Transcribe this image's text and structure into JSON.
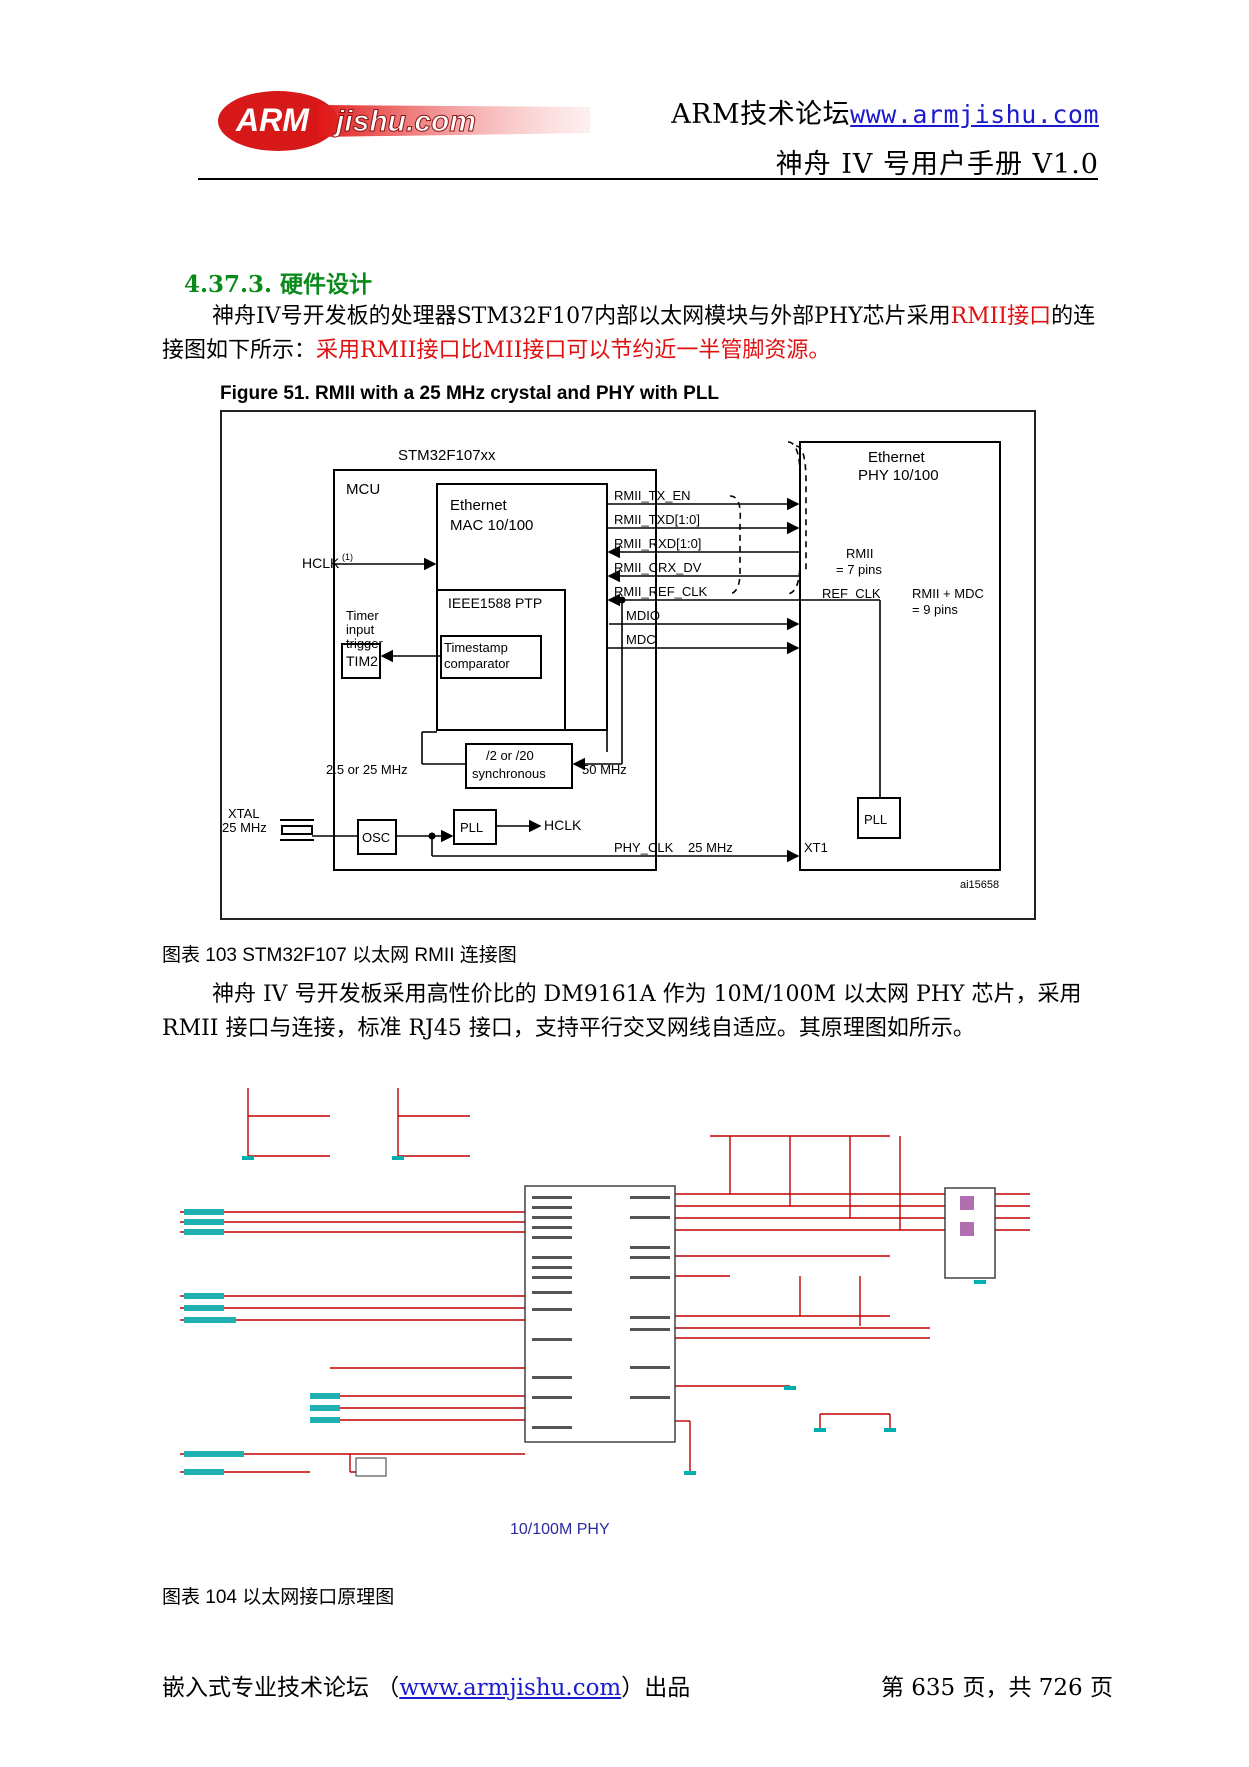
{
  "header": {
    "logo_text": "ARMjishu.com",
    "forum_label": "ARM技术论坛",
    "forum_url": "www.armjishu.com",
    "manual_title": "神舟 IV 号用户手册 V1.0"
  },
  "section": {
    "heading": "4.37.3. 硬件设计"
  },
  "intro": {
    "text_a": "神舟IV号开发板的处理器STM32F107内部以太网模块与外部PHY芯片采用",
    "text_red_a": "RMII接口",
    "text_b": "的连接图如下所示：",
    "text_red_b": "采用RMII接口比MII接口可以节约近一半管脚资源。"
  },
  "figure51": {
    "title": "Figure 51.   RMII with a 25 MHz crystal and PHY with PLL",
    "chip_label": "STM32F107xx",
    "mcu_label": "MCU",
    "mac_label_1": "Ethernet",
    "mac_label_2": "MAC 10/100",
    "hclk_in": "HCLK",
    "hclk_sup": "(1)",
    "ptp_label": "IEEE1588 PTP",
    "timer_1": "Timer",
    "timer_2": "input",
    "timer_3": "trigger",
    "tim2": "TIM2",
    "ts_1": "Timestamp",
    "ts_2": "comparator",
    "div_1": "/2 or /20",
    "div_2": "synchronous",
    "freq_left": "2.5 or 25 MHz",
    "freq_right": "50 MHz",
    "xtal_1": "XTAL",
    "xtal_2": "25 MHz",
    "osc": "OSC",
    "pll_mcu": "PLL",
    "hclk_out": "HCLK",
    "phy_clk": "PHY_CLK",
    "phy_clk_freq": "25 MHz",
    "xt1": "XT1",
    "pll_phy": "PLL",
    "phy_1": "Ethernet",
    "phy_2": "PHY 10/100",
    "signals": [
      "RMII_TX_EN",
      "RMII_TXD[1:0]",
      "RMII_RXD[1:0]",
      "RMII_CRX_DV",
      "RMII_REF_CLK",
      "MDIO",
      "MDC"
    ],
    "rmii_1": "RMII",
    "rmii_2": "= 7 pins",
    "ref_clk": "REF_CLK",
    "mdc_1": "RMII + MDC",
    "mdc_2": "= 9 pins",
    "id": "ai15658"
  },
  "caption103": "图表 103 STM32F107 以太网 RMII 连接图",
  "para2": "神舟 IV 号开发板采用高性价比的 DM9161A 作为 10M/100M 以太网 PHY 芯片，采用 RMII 接口与连接，标准 RJ45 接口，支持平行交叉网线自适应。其原理图如所示。",
  "schematic": {
    "title": "10/100M PHY"
  },
  "caption104": "图表 104  以太网接口原理图",
  "footer": {
    "left": "嵌入式专业技术论坛 （",
    "url": "www.armjishu.com",
    "left_end": "）出品",
    "page": "第 635 页，共 726 页"
  },
  "colors": {
    "section": "#0a8a1a",
    "accent_red": "#e01010",
    "link": "#1a1ad0",
    "schematic_wire": "#c00000"
  }
}
